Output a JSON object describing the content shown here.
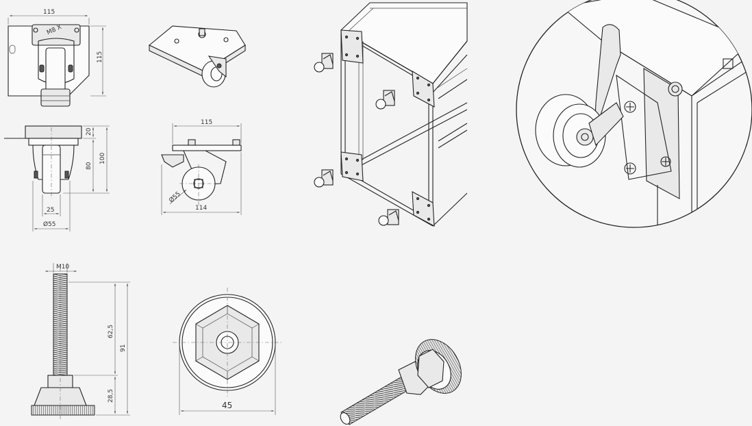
{
  "caster_views": {
    "top_width": "115",
    "top_height": "115",
    "plate_label": "M8 X",
    "front_plate_thickness": "20",
    "front_height": "100",
    "front_wheel_height": "80",
    "wheel_width": "25",
    "wheel_diameter_front": "Ø55",
    "side_plate_width": "115",
    "side_wheel_diameter": "Ø55",
    "side_overall_length": "114"
  },
  "leveling_foot": {
    "thread": "M10",
    "thread_length": "62,5",
    "overall_height": "91",
    "base_height": "28,5",
    "base_diameter": "45"
  }
}
